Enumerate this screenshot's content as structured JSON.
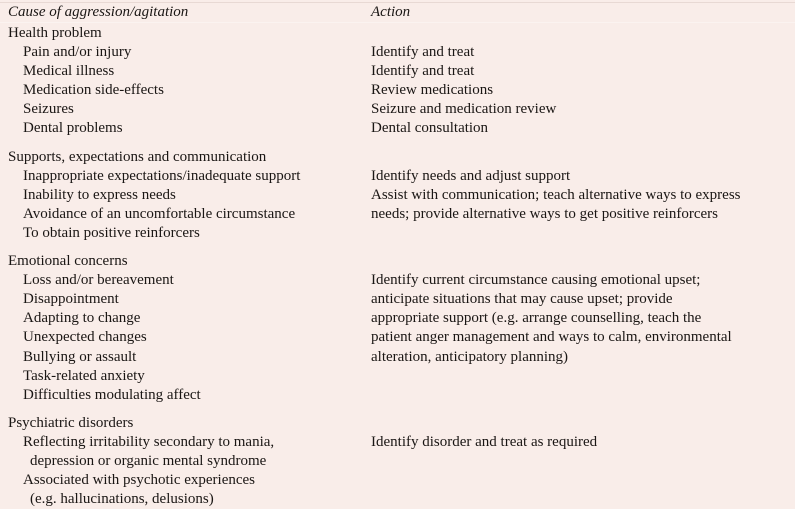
{
  "table": {
    "headers": {
      "cause": "Cause of aggression/agitation",
      "action": "Action"
    },
    "sections": [
      {
        "name": "health-problem",
        "title": "Health problem",
        "items": [
          "Pain and/or injury",
          "Medical illness",
          "Medication side-effects",
          "Seizures",
          "Dental problems"
        ],
        "action_offset": 1,
        "actions": [
          "Identify and treat",
          "Identify and treat",
          "Review medications",
          "Seizure and medication review",
          "Dental consultation"
        ]
      },
      {
        "name": "supports-expectations-communication",
        "title": "Supports, expectations and communication",
        "items": [
          "Inappropriate expectations/inadequate support",
          "Inability to express needs",
          "Avoidance of an uncomfortable circumstance",
          "To obtain positive reinforcers"
        ],
        "action_offset": 1,
        "actions": [
          "Identify needs and adjust support",
          "Assist with communication; teach alternative ways to express",
          "needs; provide alternative ways to get positive reinforcers"
        ]
      },
      {
        "name": "emotional-concerns",
        "title": "Emotional concerns",
        "items": [
          "Loss and/or bereavement",
          "Disappointment",
          "Adapting to change",
          "Unexpected changes",
          "Bullying or assault",
          "Task-related anxiety",
          "Difficulties modulating affect"
        ],
        "action_offset": 1,
        "actions": [
          "Identify current circumstance causing emotional upset;",
          "anticipate situations that may cause upset; provide",
          "appropriate support (e.g. arrange counselling, teach the",
          "patient anger management and ways to calm, environmental",
          "alteration, anticipatory planning)"
        ]
      },
      {
        "name": "psychiatric-disorders",
        "title": "Psychiatric disorders",
        "items": [
          "Reflecting irritability secondary to mania,",
          "depression or organic mental syndrome",
          "Associated with psychotic experiences",
          "(e.g. hallucinations, delusions)"
        ],
        "item_indents": [
          "item",
          "cont",
          "item",
          "cont"
        ],
        "action_offset": 1,
        "actions": [
          "Identify disorder and treat as required"
        ]
      }
    ]
  }
}
